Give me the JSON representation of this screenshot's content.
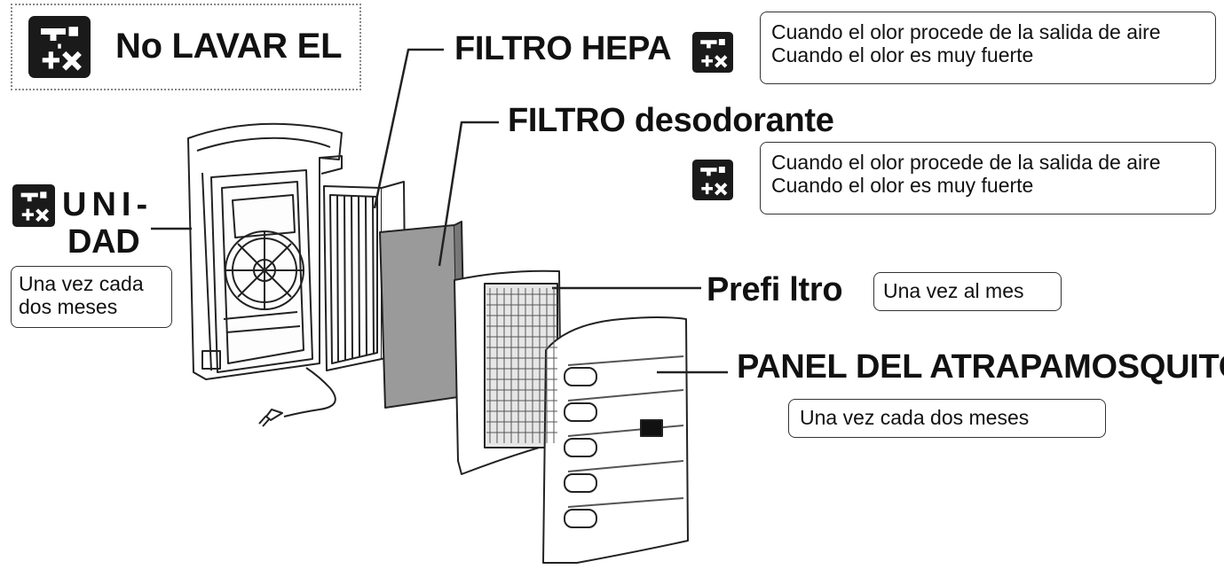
{
  "no_wash_banner": {
    "label": "No LAVAR EL",
    "icon": "no-wash-faucet-icon"
  },
  "hepa_filter": {
    "label": "FILTRO HEPA",
    "icon": "no-wash-faucet-icon",
    "note": [
      "Cuando el olor procede de la salida de aire",
      "Cuando el olor es muy fuerte"
    ]
  },
  "deodorizing_filter": {
    "label": "FILTRO desodorante",
    "icon": "no-wash-faucet-icon",
    "note": [
      "Cuando el olor procede de la salida de aire",
      "Cuando el olor es muy fuerte"
    ]
  },
  "unit": {
    "label_line1": "UNI-",
    "label_line2": "DAD",
    "icon": "no-wash-faucet-icon",
    "note": [
      "Una vez cada",
      "dos meses"
    ]
  },
  "prefilter": {
    "label": "Prefi ltro",
    "note": "Una vez al mes"
  },
  "mosquito_panel": {
    "label": "PANEL DEL ATRAPAMOSQUITOS",
    "note": "Una vez cada dos meses"
  },
  "colors": {
    "ink": "#111111",
    "icon_bg": "#1a1a1a",
    "dotted_border": "#888888"
  }
}
